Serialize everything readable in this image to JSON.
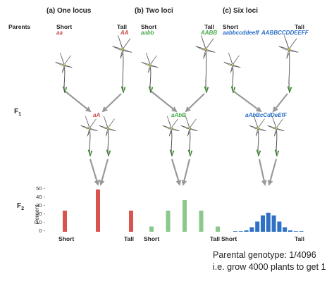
{
  "panels": [
    {
      "title": "(a) One locus",
      "short_label": "Short",
      "tall_label": "Tall",
      "short_genotype": "aa",
      "tall_genotype": "AA",
      "f1_genotype": "aA",
      "color": "#d9534f"
    },
    {
      "title": "(b) Two loci",
      "short_label": "Short",
      "tall_label": "Tall",
      "short_genotype": "aabb",
      "tall_genotype": "AABB",
      "f1_genotype": "aAbB",
      "color": "#8cc88c"
    },
    {
      "title": "(c) Six loci",
      "short_label": "Short",
      "tall_label": "Tall",
      "short_genotype": "aabbccddeeff",
      "tall_genotype": "AABBCCDDEEFF",
      "f1_genotype": "aAbBcCdDeEfF",
      "color": "#2f72c4"
    }
  ],
  "row_labels": {
    "parents": "Parents",
    "f1": "F",
    "f1_sub": "1",
    "f2": "F",
    "f2_sub": "2"
  },
  "chart_data": {
    "type": "bar",
    "ylabel": "Percent",
    "ylim": [
      0,
      50
    ],
    "yticks": [
      "50 -",
      "40 -",
      "30 -",
      "20 -",
      "10 -",
      "0 -"
    ],
    "xlabels": [
      "Short",
      "Tall",
      "Short",
      "Tall",
      "Short",
      "Tall"
    ],
    "series": [
      {
        "values": [
          25,
          50,
          25
        ],
        "color": "#d9534f"
      },
      {
        "values": [
          6.25,
          25,
          37.5,
          25,
          6.25
        ],
        "color": "#8cc88c"
      },
      {
        "values": [
          0.02,
          0.29,
          1.61,
          5.37,
          12.08,
          19.34,
          22.56,
          19.34,
          12.08,
          5.37,
          1.61,
          0.29,
          0.02
        ],
        "color": "#2f72c4"
      }
    ]
  },
  "notes": {
    "line1": "Parental genotype: 1/4096",
    "line2": "i.e. grow 4000 plants to get 1"
  }
}
